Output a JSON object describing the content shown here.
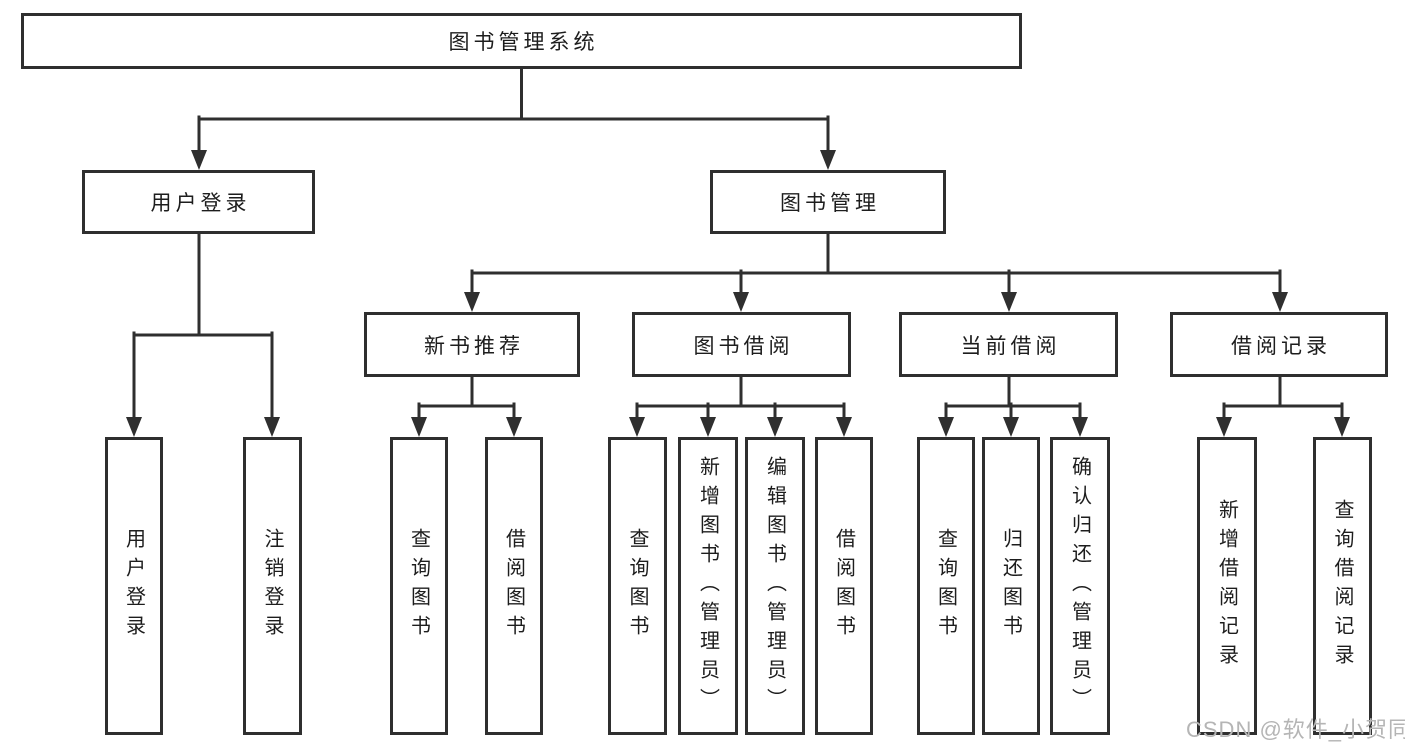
{
  "tree": {
    "label": "图书管理系统",
    "children": [
      {
        "label": "用户登录",
        "children": [
          {
            "label": "用户登录"
          },
          {
            "label": "注销登录"
          }
        ]
      },
      {
        "label": "图书管理",
        "children": [
          {
            "label": "新书推荐",
            "children": [
              {
                "label": "查询图书"
              },
              {
                "label": "借阅图书"
              }
            ]
          },
          {
            "label": "图书借阅",
            "children": [
              {
                "label": "查询图书"
              },
              {
                "label": "新增图书（管理员）"
              },
              {
                "label": "编辑图书（管理员）"
              },
              {
                "label": "借阅图书"
              }
            ]
          },
          {
            "label": "当前借阅",
            "children": [
              {
                "label": "查询图书"
              },
              {
                "label": "归还图书"
              },
              {
                "label": "确认归还（管理员）"
              }
            ]
          },
          {
            "label": "借阅记录",
            "children": [
              {
                "label": "新增借阅记录"
              },
              {
                "label": "查询借阅记录"
              }
            ]
          }
        ]
      }
    ]
  },
  "watermark": {
    "text": "CSDN @软件_小贺同学"
  },
  "colors": {
    "line": "#2f2f2f",
    "text": "#1d1d1d",
    "watermark": "#b5b5b5",
    "background": "#ffffff"
  }
}
